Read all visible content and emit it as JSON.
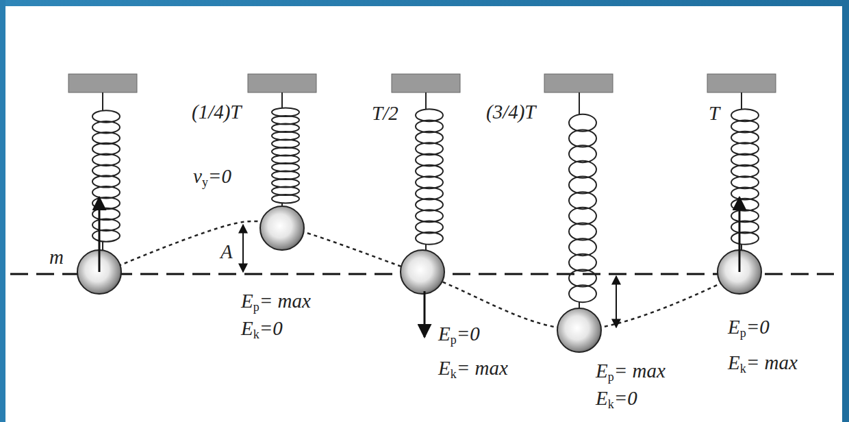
{
  "diagram": {
    "labels": [
      "m",
      "(1/4)T",
      "T/2",
      "(3/4)T",
      "T",
      "vy=0",
      "A",
      "Ep= max",
      "Ek=0",
      "Ep=0",
      "Ek= max",
      "Ep= max",
      "Ek=0",
      "Ep=0",
      "Ek= max"
    ]
  }
}
